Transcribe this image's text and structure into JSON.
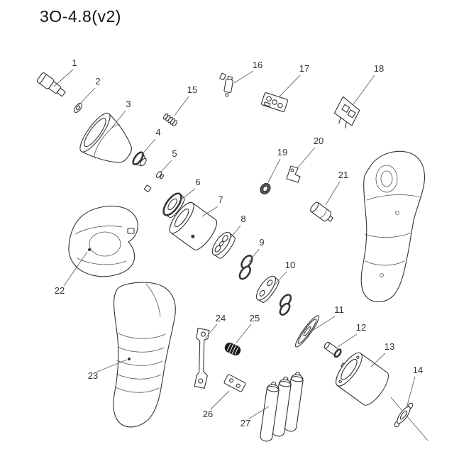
{
  "title": "3O-4.8(v2)",
  "parts": [
    {
      "num": "1"
    },
    {
      "num": "2"
    },
    {
      "num": "3"
    },
    {
      "num": "4"
    },
    {
      "num": "5"
    },
    {
      "num": "6"
    },
    {
      "num": "7"
    },
    {
      "num": "8"
    },
    {
      "num": "9"
    },
    {
      "num": "10"
    },
    {
      "num": "11"
    },
    {
      "num": "12"
    },
    {
      "num": "13"
    },
    {
      "num": "14"
    },
    {
      "num": "15"
    },
    {
      "num": "16"
    },
    {
      "num": "17"
    },
    {
      "num": "18"
    },
    {
      "num": "19"
    },
    {
      "num": "20"
    },
    {
      "num": "21"
    },
    {
      "num": "22"
    },
    {
      "num": "23"
    },
    {
      "num": "24"
    },
    {
      "num": "25"
    },
    {
      "num": "26"
    },
    {
      "num": "27"
    }
  ]
}
